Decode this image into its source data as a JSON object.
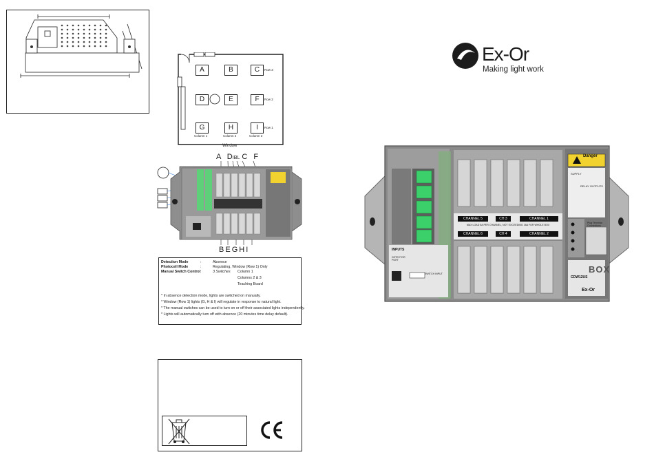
{
  "room_plan": {
    "cells": [
      "A",
      "B",
      "C",
      "D",
      "E",
      "F",
      "G",
      "H",
      "I"
    ],
    "rows": [
      "Row 3",
      "Row 2",
      "Row 1"
    ],
    "columns": [
      "Column 1",
      "Column 2",
      "Column 3"
    ],
    "window_label": "Window"
  },
  "wiring_labels": {
    "top": [
      "A",
      "D",
      "I",
      "B",
      "L",
      "C",
      "F"
    ],
    "bottom": [
      "B",
      "E",
      "G",
      "H",
      "I"
    ]
  },
  "legend": {
    "detection_label": "Detection Mode",
    "detection_value": "Absence",
    "photocell_label": "Photocell Mode",
    "photocell_value": "Regulating, Window (Row 1) Only",
    "manual_label": "Manual Switch Control",
    "manual_value": "3 Switches",
    "switches": [
      "Column 1",
      "Columns 2 & 3",
      "Teaching Board"
    ],
    "notes": [
      "* In absence detection mode, lights are switched on manually.",
      "* Window (Row 1) lights (G, H & I) will regulate in response to natural light.",
      "* The manual switches can be used to turn on or off their associated lights independently.",
      "* Lights will automatically turn off with absence (20 minutes time delay default)."
    ]
  },
  "brand": {
    "name": "Ex-Or",
    "tagline": "Making light work"
  },
  "device": {
    "channels_top": [
      "CHANNEL 5",
      "CH 3",
      "CHANNEL 1"
    ],
    "channels_bottom": [
      "CHANNEL 6",
      "CH 4",
      "CHANNEL 2"
    ],
    "max_load": "MAX LOAD 5A PER CHANNEL, NOT EXCEEDING 16A FOR WHOLE BOX",
    "danger_title": "Danger",
    "inputs_title": "INPUTS",
    "detector_port": "DETECTOR PORT",
    "switch_input": "SWITCH INPUT",
    "model": "CDW12US",
    "box_word": "BOX",
    "plug_terminal": "Plug Terminal Connections",
    "relay_outputs": "RELAY OUTPUTS",
    "supply": "SUPPLY",
    "small_brand": "Ex-Or"
  },
  "colors": {
    "green": "#3bd06a",
    "device_gray": "#7d7d7d",
    "danger_yellow": "#f2d22e"
  }
}
